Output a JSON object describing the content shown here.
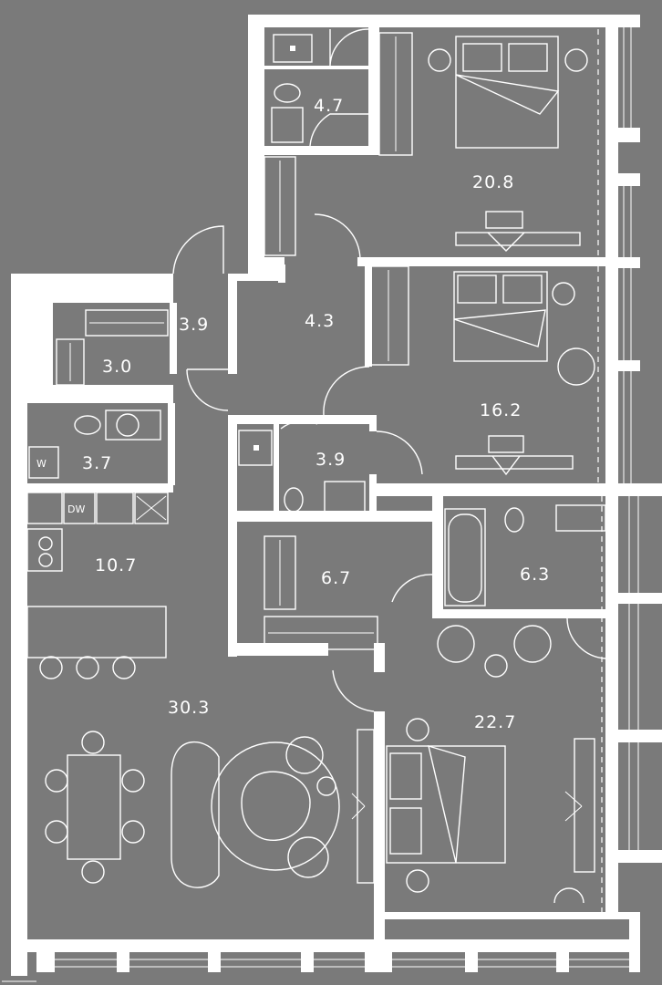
{
  "rooms": [
    {
      "id": "bedroom-1",
      "area": "20.8"
    },
    {
      "id": "bathroom-1",
      "area": "4.7"
    },
    {
      "id": "closet-top",
      "area": "3.9"
    },
    {
      "id": "hall",
      "area": "4.3"
    },
    {
      "id": "storage",
      "area": "3.0"
    },
    {
      "id": "laundry",
      "area": "3.7"
    },
    {
      "id": "bedroom-2",
      "area": "16.2"
    },
    {
      "id": "bathroom-2",
      "area": "3.9"
    },
    {
      "id": "kitchen",
      "area": "10.7"
    },
    {
      "id": "dressing",
      "area": "6.7"
    },
    {
      "id": "bathroom-3",
      "area": "6.3"
    },
    {
      "id": "living",
      "area": "30.3"
    },
    {
      "id": "bedroom-3",
      "area": "22.7"
    }
  ],
  "appliances": {
    "washer": "W",
    "dishwasher": "DW"
  },
  "colors": {
    "background": "#7a7a7a",
    "walls": "#ffffff"
  }
}
